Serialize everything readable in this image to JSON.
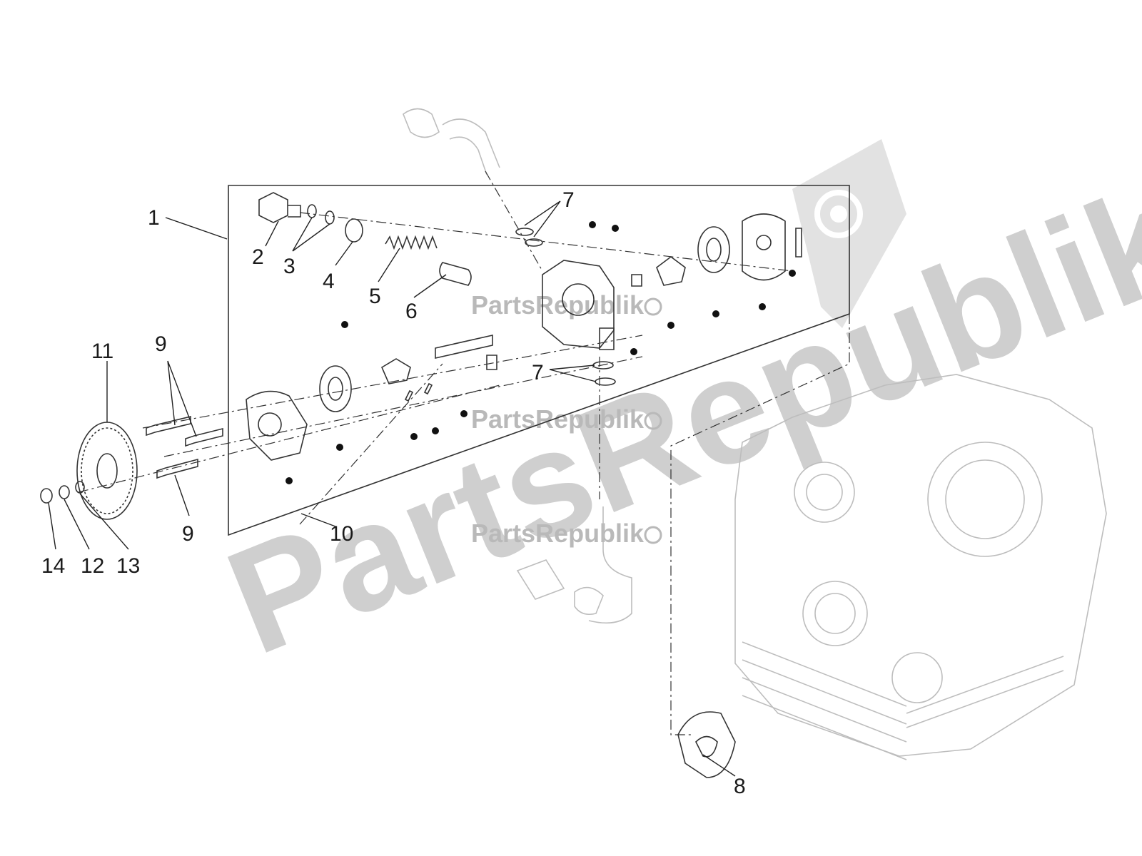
{
  "callouts": [
    "1",
    "2",
    "3",
    "4",
    "5",
    "6",
    "7",
    "7",
    "8",
    "9",
    "9",
    "10",
    "11",
    "12",
    "13",
    "14"
  ],
  "watermarks": {
    "brand_small": "PartsRepublik",
    "brand_large": "PartsRepublik"
  },
  "icons": [
    "gear-icon"
  ],
  "colors": {
    "lines": "#333333",
    "watermark": "#cfcfcf",
    "ghost_parts": "#bdbdbd"
  }
}
